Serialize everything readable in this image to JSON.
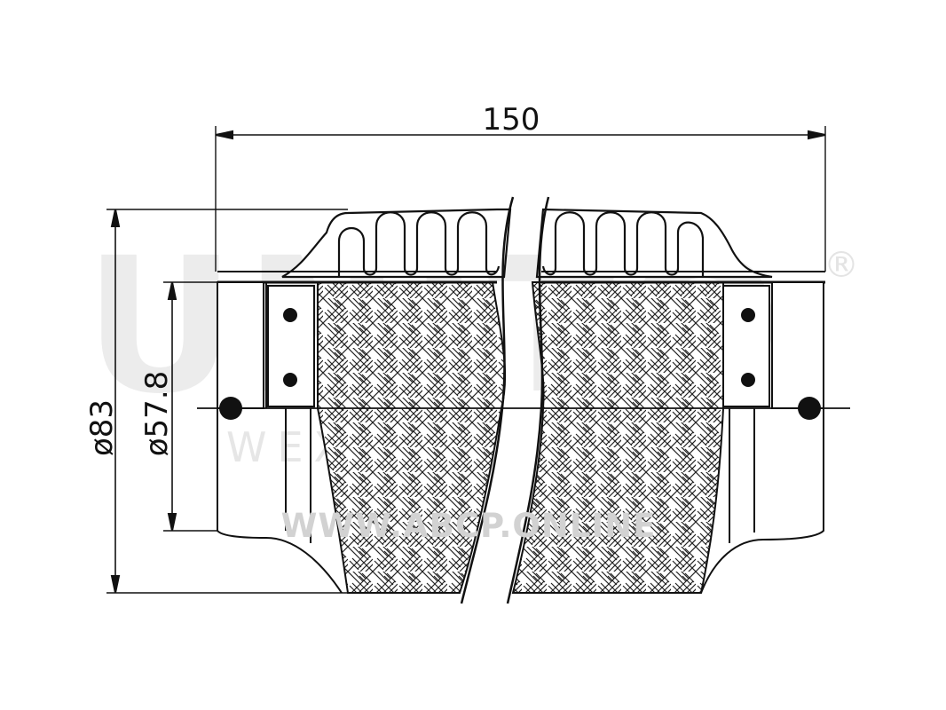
{
  "dimensions": {
    "length": "150",
    "outer_diameter": "ø83",
    "inner_diameter": "ø57.8"
  },
  "watermark": {
    "brand": "UNITO",
    "registered": "®",
    "subtitle": "WEXAUST",
    "url": "WWW.ABCP.ONLINE"
  },
  "colors": {
    "line": "#111111",
    "watermark": "#e8e8e8"
  }
}
